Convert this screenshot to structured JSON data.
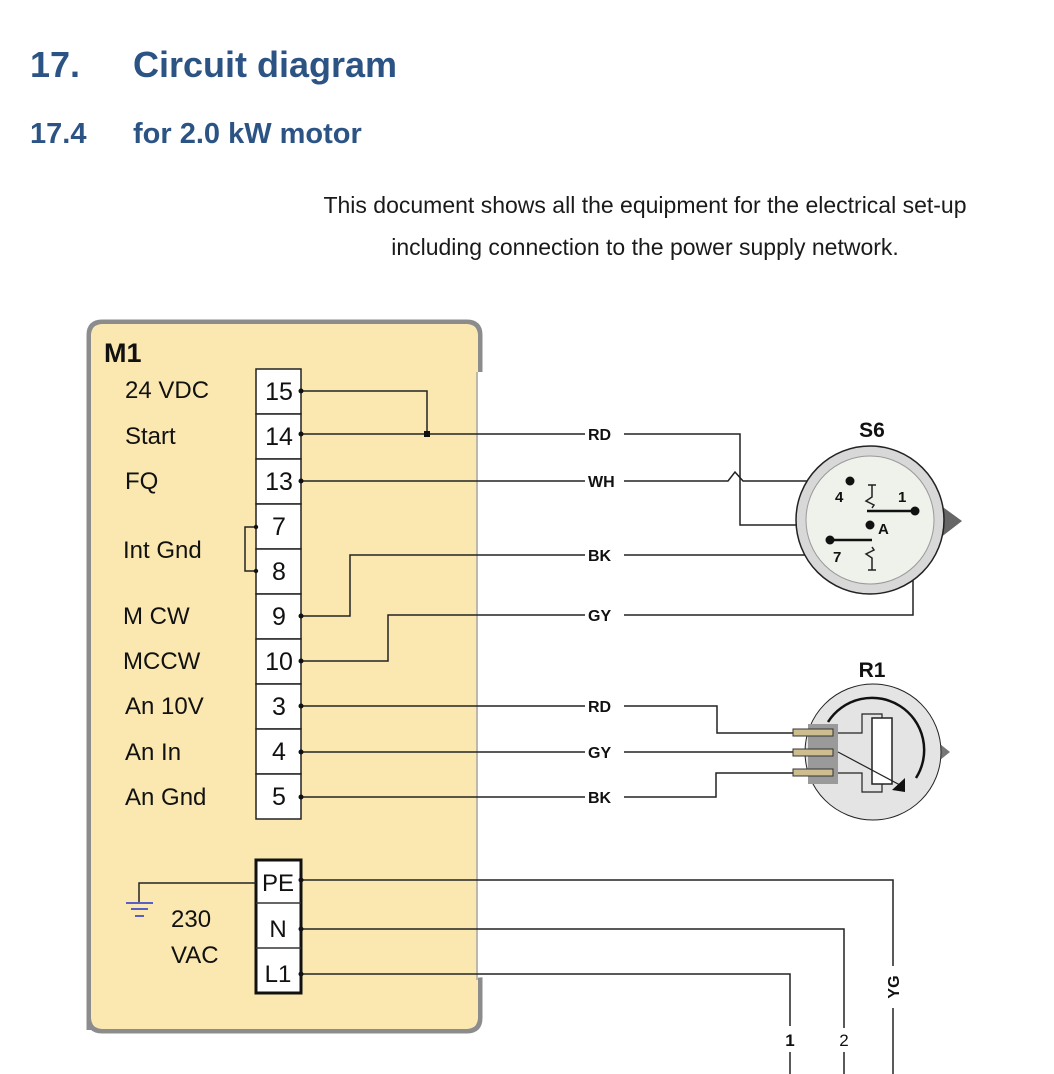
{
  "heading": {
    "number": "17.",
    "title": "Circuit diagram"
  },
  "subheading": {
    "number": "17.4",
    "title": "for 2.0 kW motor"
  },
  "intro": {
    "line1": "This document shows all the equipment for the electrical set-up",
    "line2": "including connection to the power supply network."
  },
  "colors": {
    "heading": "#2b5384",
    "panel": "#fae8b0",
    "panel_border": "#8c8c8c",
    "ground": "#2233cc"
  },
  "motor": {
    "id": "M1",
    "signals": [
      {
        "label": "24 VDC",
        "terminal": "15"
      },
      {
        "label": "Start",
        "terminal": "14"
      },
      {
        "label": "FQ",
        "terminal": "13"
      },
      {
        "label": "",
        "terminal": "7"
      },
      {
        "label": "Int Gnd",
        "terminal": "8"
      },
      {
        "label": "M CW",
        "terminal": "9"
      },
      {
        "label": "MCCW",
        "terminal": "10"
      },
      {
        "label": "An 10V",
        "terminal": "3"
      },
      {
        "label": "An In",
        "terminal": "4"
      },
      {
        "label": "An Gnd",
        "terminal": "5"
      }
    ],
    "power": {
      "label_line1": "230",
      "label_line2": "VAC",
      "terminals": [
        "PE",
        "N",
        "L1"
      ]
    }
  },
  "wires": {
    "s6": [
      "RD",
      "WH",
      "BK",
      "GY"
    ],
    "r1": [
      "RD",
      "GY",
      "BK"
    ],
    "power": [
      "YG",
      "2",
      "1"
    ]
  },
  "s6": {
    "id": "S6",
    "pins": [
      "4",
      "1",
      "A",
      "7"
    ]
  },
  "r1": {
    "id": "R1"
  }
}
